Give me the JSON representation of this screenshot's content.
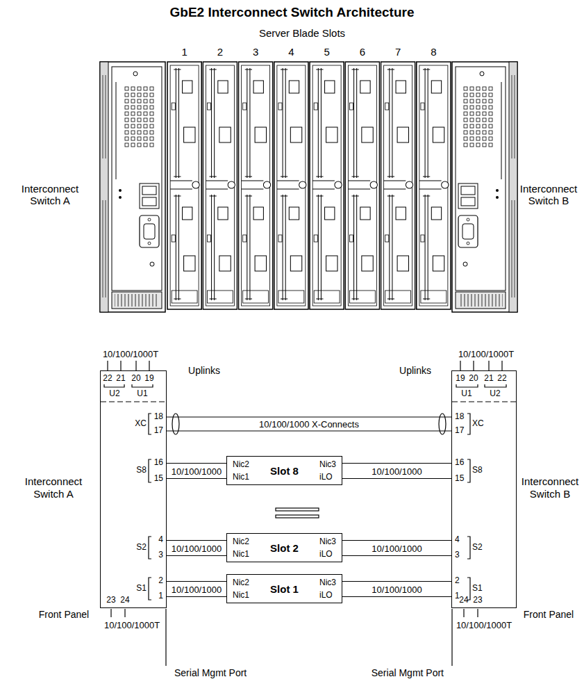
{
  "diagram": {
    "title": "GbE2 Interconnect Switch Architecture",
    "nodes": [
      {
        "text": [
          "Interconnect Switch A"
        ]
      },
      {
        "text": [
          "Nic2",
          "Nic1",
          "Slot 8",
          "Nic3",
          "iLO"
        ]
      },
      {
        "text": [
          "Nic2",
          "Nic1",
          "Slot 2",
          "Nic3",
          "iLO"
        ]
      },
      {
        "text": [
          "Nic2",
          "Nic1",
          "Slot 1",
          "Nic3",
          "iLO"
        ]
      },
      {
        "text": [
          "Interconnect Switch B"
        ]
      }
    ],
    "edges": [
      {
        "from": 0,
        "to": 4,
        "arrow": "none",
        "label": "10/100/1000 X-Connects"
      },
      {
        "from": 0,
        "to": 1,
        "arrow": "none",
        "label": "10/100/1000"
      },
      {
        "from": 1,
        "to": 4,
        "arrow": "none",
        "label": "10/100/1000"
      },
      {
        "from": 0,
        "to": 2,
        "arrow": "none",
        "label": "10/100/1000"
      },
      {
        "from": 2,
        "to": 4,
        "arrow": "none",
        "label": "10/100/1000"
      },
      {
        "from": 0,
        "to": 3,
        "arrow": "none",
        "label": "10/100/1000"
      },
      {
        "from": 3,
        "to": 4,
        "arrow": "none",
        "label": "10/100/1000"
      }
    ],
    "labels": [
      "Server Blade Slots",
      "1",
      "2",
      "3",
      "4",
      "5",
      "6",
      "7",
      "8",
      "Interconnect Switch A",
      "Interconnect Switch B",
      "10/100/1000T",
      "Uplinks",
      "22",
      "21",
      "20",
      "19",
      "U2",
      "U1",
      "XC",
      "18",
      "17",
      "S8",
      "16",
      "15",
      "S2",
      "4",
      "3",
      "S1",
      "2",
      "1",
      "23",
      "24",
      "Front Panel",
      "10/100/1000T",
      "Serial Mgmt Port",
      "10/100/1000T",
      "Uplinks",
      "19",
      "20",
      "21",
      "22",
      "U1",
      "U2",
      "18",
      "17",
      "XC",
      "16",
      "15",
      "S8",
      "4",
      "3",
      "S2",
      "2",
      "1",
      "S1",
      "24",
      "23",
      "Front Panel",
      "10/100/1000T",
      "Serial Mgmt Port"
    ]
  }
}
